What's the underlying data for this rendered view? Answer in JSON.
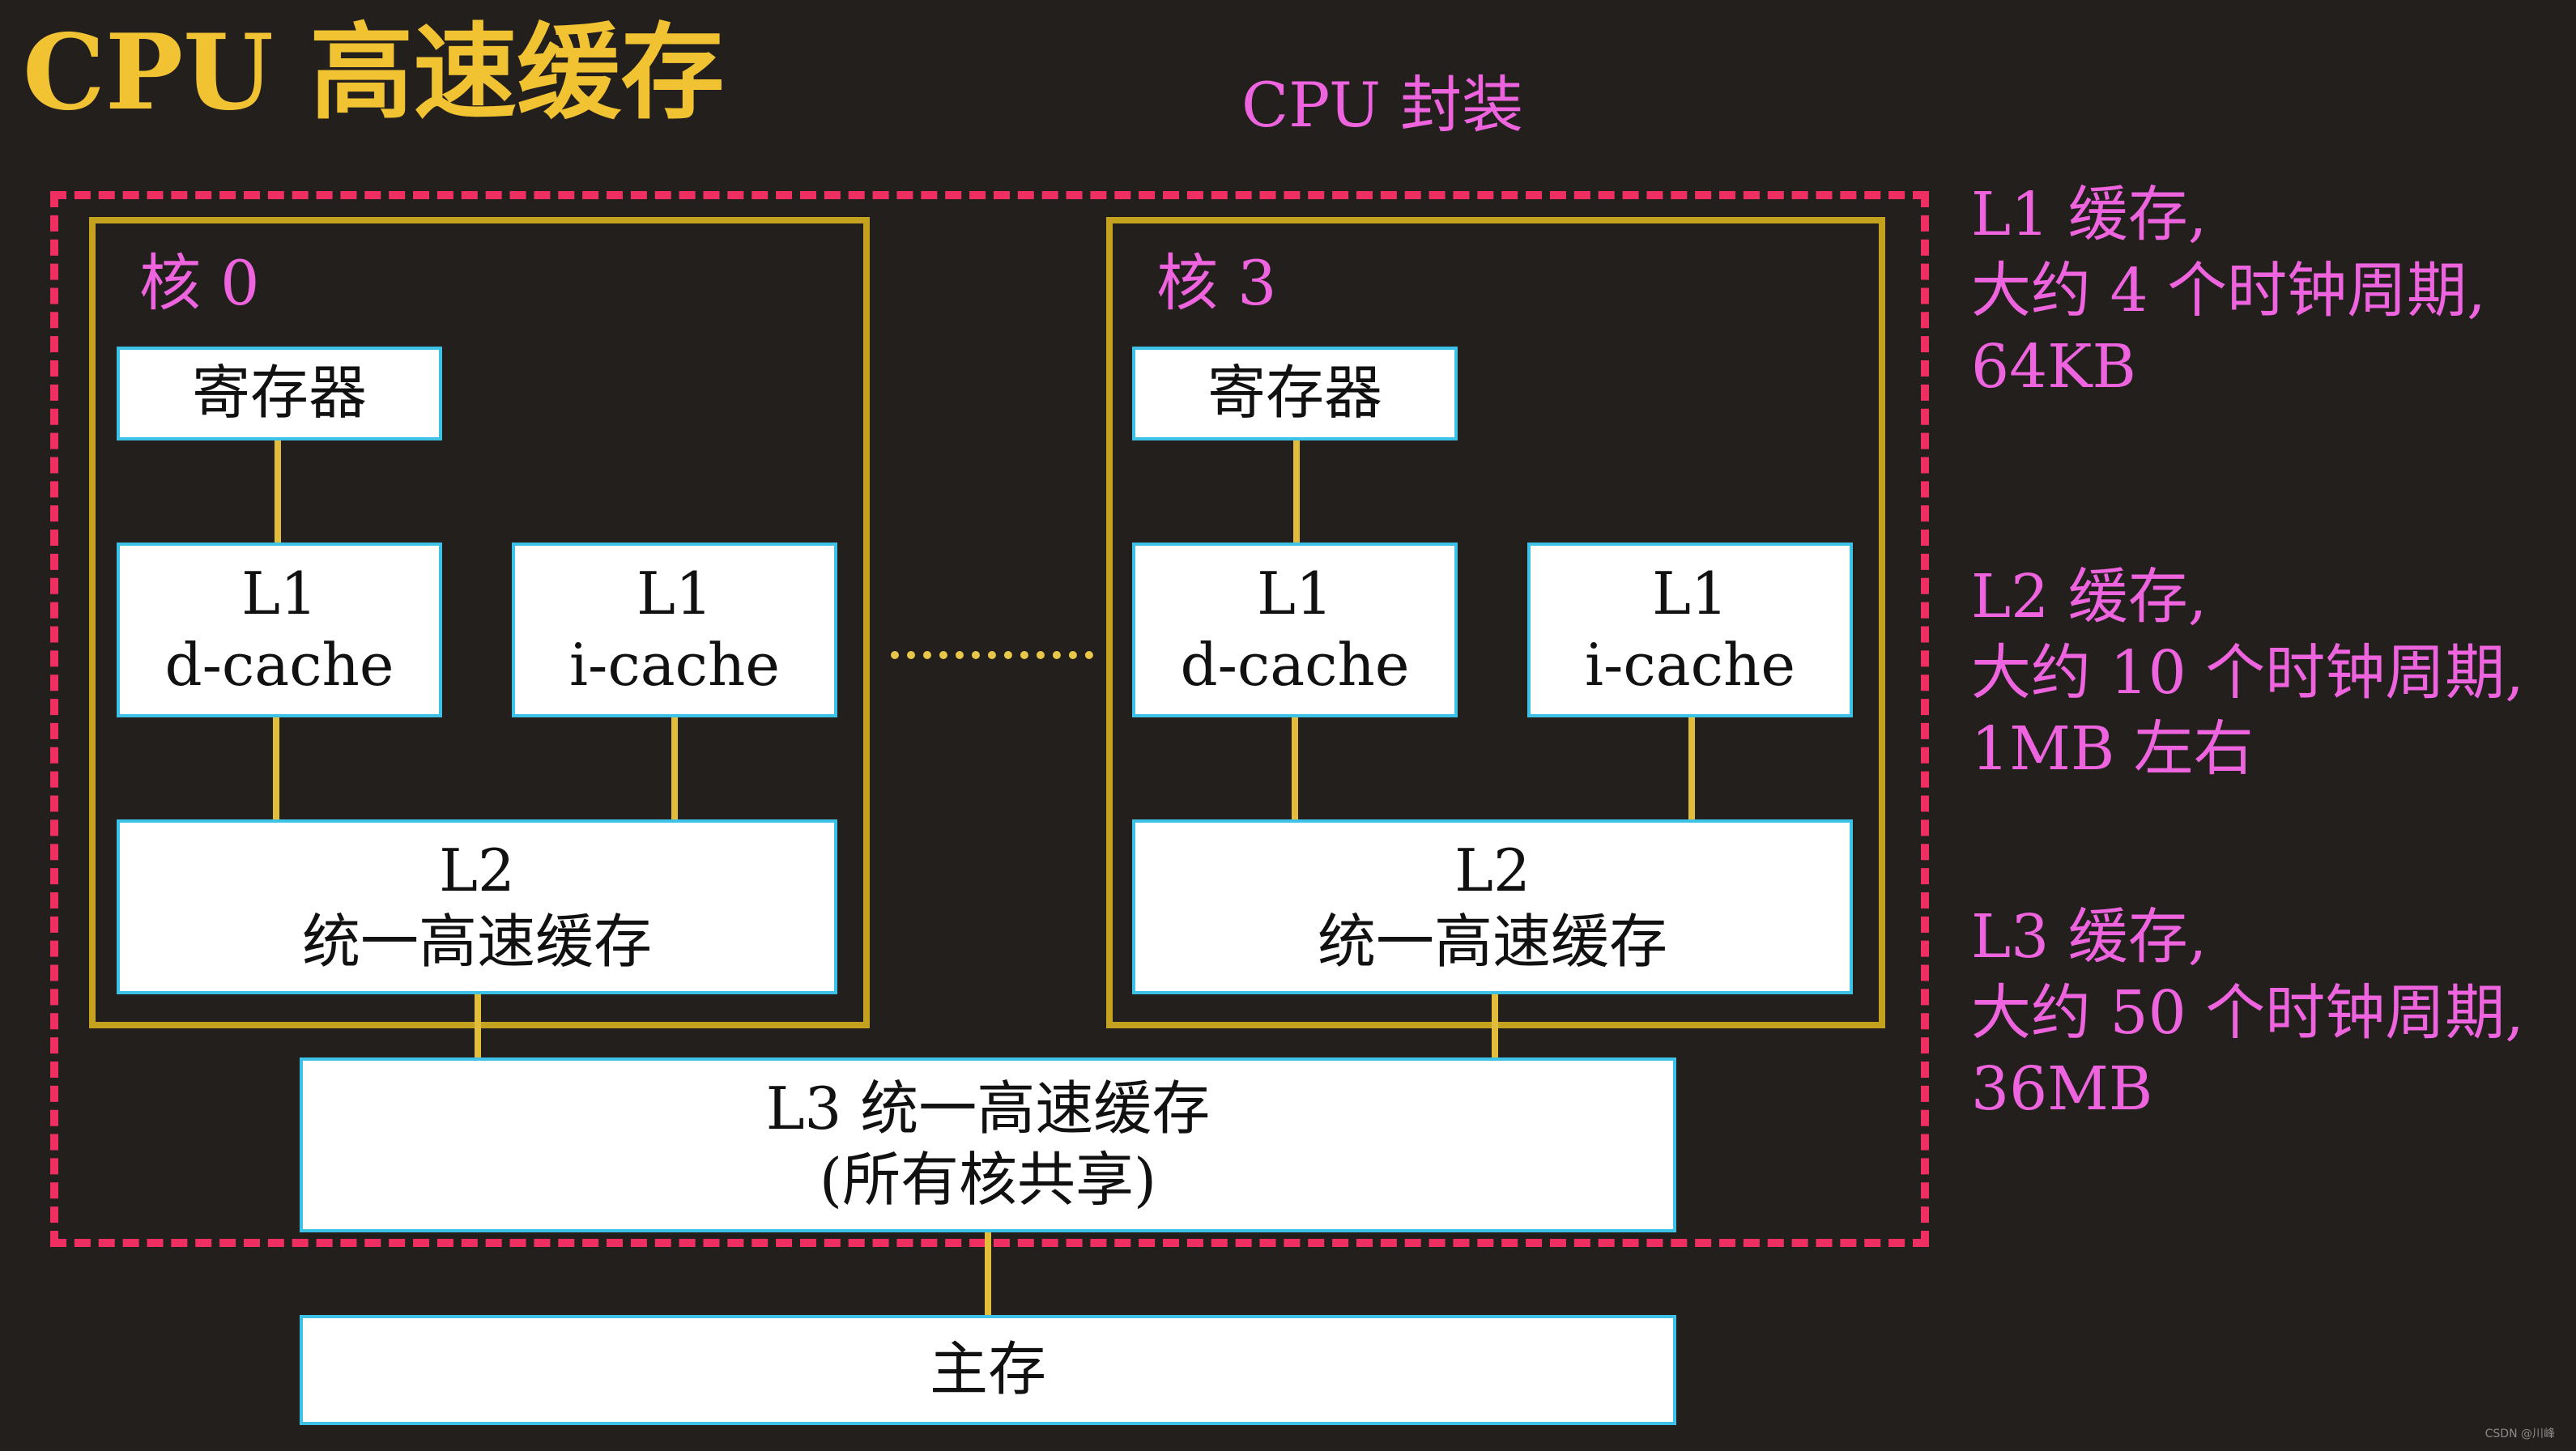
{
  "title": "CPU 高速缓存",
  "package_label": "CPU 封装",
  "cores": [
    {
      "label": "核 0",
      "register": "寄存器",
      "l1_dcache": [
        "L1",
        "d-cache"
      ],
      "l1_icache": [
        "L1",
        "i-cache"
      ],
      "l2": [
        "L2",
        "统一高速缓存"
      ]
    },
    {
      "label": "核 3",
      "register": "寄存器",
      "l1_dcache": [
        "L1",
        "d-cache"
      ],
      "l1_icache": [
        "L1",
        "i-cache"
      ],
      "l2": [
        "L2",
        "统一高速缓存"
      ]
    }
  ],
  "ellipsis": "……",
  "l3": [
    "L3 统一高速缓存",
    "(所有核共享)"
  ],
  "main_memory": "主存",
  "notes": {
    "l1": [
      "L1 缓存,",
      "大约 4 个时钟周期,",
      "64KB"
    ],
    "l2": [
      "L2 缓存,",
      "大约 10 个时钟周期,",
      "1MB 左右"
    ],
    "l3": [
      "L3 缓存,",
      "大约 50 个时钟周期,",
      "36MB"
    ]
  },
  "watermark": "CSDN @川峰",
  "colors": {
    "background": "#231f1c",
    "title": "#f1c232",
    "package_border": "#ef2f62",
    "core_border": "#c4a11f",
    "box_border": "#3ec1e6",
    "connector": "#e2bd3c",
    "note_text": "#ee64df"
  }
}
